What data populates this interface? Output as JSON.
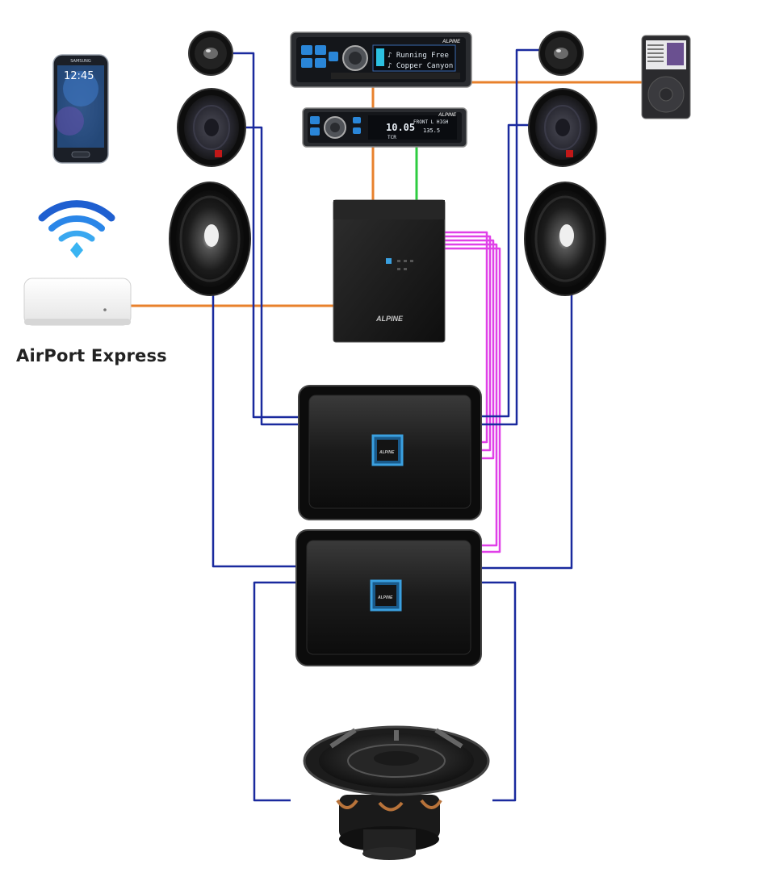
{
  "airport_label": "AirPort Express",
  "brand_logo": "ALPINE",
  "phone": {
    "brand": "SAMSUNG",
    "clock": "12:45"
  },
  "head_unit": {
    "line1": "♪ Running Free",
    "line2": "♪ Copper Canyon"
  },
  "processor": {
    "display_main": "10.05",
    "display_sub": "FRONT L HIGH",
    "display_freq": "135.5",
    "display_tcr": "TCR"
  },
  "colors": {
    "speaker_wire": "#1a2a9e",
    "rca_orange": "#e8812c",
    "optical_green": "#2ecc40",
    "rca_magenta": "#e040e8",
    "amp_accent": "#3aa0e0"
  },
  "icons": [
    "smartphone-icon",
    "wifi-icon",
    "ipod-icon"
  ]
}
